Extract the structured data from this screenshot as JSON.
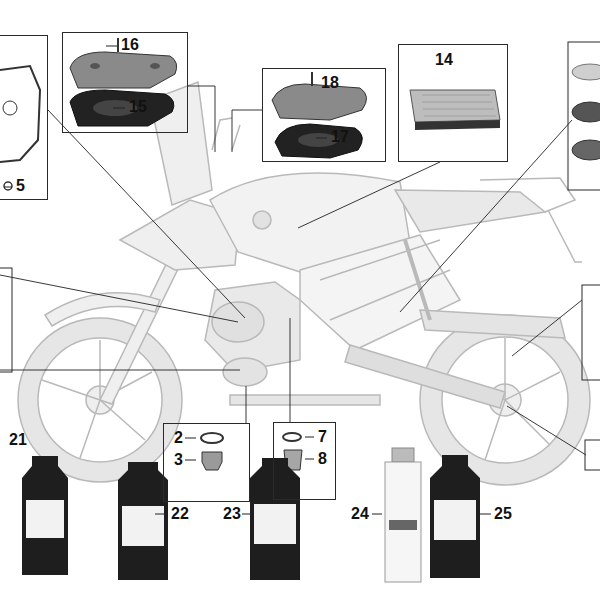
{
  "diagram": {
    "nodes": [
      {
        "text": [
          "5"
        ]
      },
      {
        "text": [
          "16",
          "15"
        ]
      },
      {
        "text": [
          "18",
          "17"
        ]
      },
      {
        "text": [
          "14"
        ]
      },
      {
        "text": [
          "2",
          "3"
        ]
      },
      {
        "text": [
          "7",
          "8"
        ]
      }
    ],
    "labels": [
      "21",
      "22",
      "23",
      "24",
      "25"
    ]
  }
}
